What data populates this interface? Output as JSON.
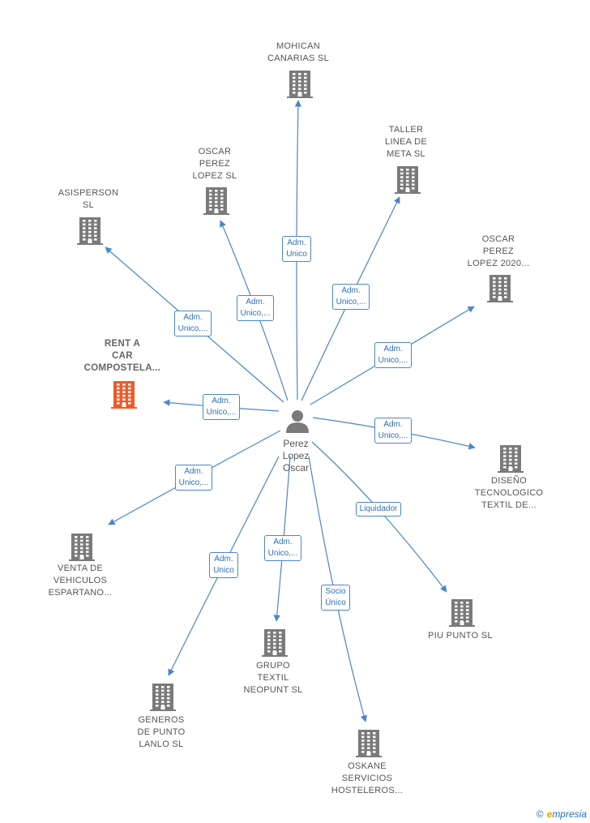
{
  "center": {
    "id": "person",
    "label": "Perez\nLopez\nOscar",
    "icon": "person-icon"
  },
  "companies": [
    {
      "id": "mohican",
      "label": "MOHICAN\nCANARIAS  SL",
      "icon": "building-icon"
    },
    {
      "id": "oscar_sl",
      "label": "OSCAR\nPEREZ\nLOPEZ  SL",
      "icon": "building-icon"
    },
    {
      "id": "taller",
      "label": "TALLER\nLINEA DE\nMETA  SL",
      "icon": "building-icon"
    },
    {
      "id": "asisperson",
      "label": "ASISPERSON\nSL",
      "icon": "building-icon"
    },
    {
      "id": "oscar_2020",
      "label": "OSCAR\nPEREZ\nLOPEZ 2020...",
      "icon": "building-icon"
    },
    {
      "id": "rentacar",
      "label": "RENT A\nCAR\nCOMPOSTELA...",
      "icon": "building-icon",
      "highlight": true
    },
    {
      "id": "diseno",
      "label": "DISEÑO\nTECNOLOGICO\nTEXTIL DE...",
      "icon": "building-icon"
    },
    {
      "id": "venta",
      "label": "VENTA DE\nVEHICULOS\nESPARTANO...",
      "icon": "building-icon"
    },
    {
      "id": "piu",
      "label": "PIU PUNTO SL",
      "icon": "building-icon"
    },
    {
      "id": "grupo",
      "label": "GRUPO\nTEXTIL\nNEOPUNT  SL",
      "icon": "building-icon"
    },
    {
      "id": "generos",
      "label": "GENEROS\nDE PUNTO\nLANLO  SL",
      "icon": "building-icon"
    },
    {
      "id": "oskane",
      "label": "OSKANE\nSERVICIOS\nHOSTELEROS...",
      "icon": "building-icon"
    }
  ],
  "edges": [
    {
      "to": "mohican",
      "label": "Adm.\nUnico"
    },
    {
      "to": "oscar_sl",
      "label": "Adm.\nUnico,..."
    },
    {
      "to": "taller",
      "label": "Adm.\nUnico,..."
    },
    {
      "to": "asisperson",
      "label": "Adm.\nUnico,..."
    },
    {
      "to": "oscar_2020",
      "label": "Adm.\nUnico,..."
    },
    {
      "to": "rentacar",
      "label": "Adm.\nUnico,..."
    },
    {
      "to": "diseno",
      "label": "Adm.\nUnico,..."
    },
    {
      "to": "venta",
      "label": "Adm.\nUnico,..."
    },
    {
      "to": "piu",
      "label": "Liquidador"
    },
    {
      "to": "grupo",
      "label": "Adm.\nUnico,..."
    },
    {
      "to": "generos",
      "label": "Adm.\nUnico"
    },
    {
      "to": "oskane",
      "label": "Socio\nÚnico"
    }
  ],
  "colors": {
    "edge": "#4a86c8",
    "building": "#7a7a7a",
    "highlight": "#f05a28",
    "person": "#7a7a7a"
  },
  "footer": {
    "copyright": "©",
    "brand_e": "e",
    "brand_rest": "mpresia"
  }
}
